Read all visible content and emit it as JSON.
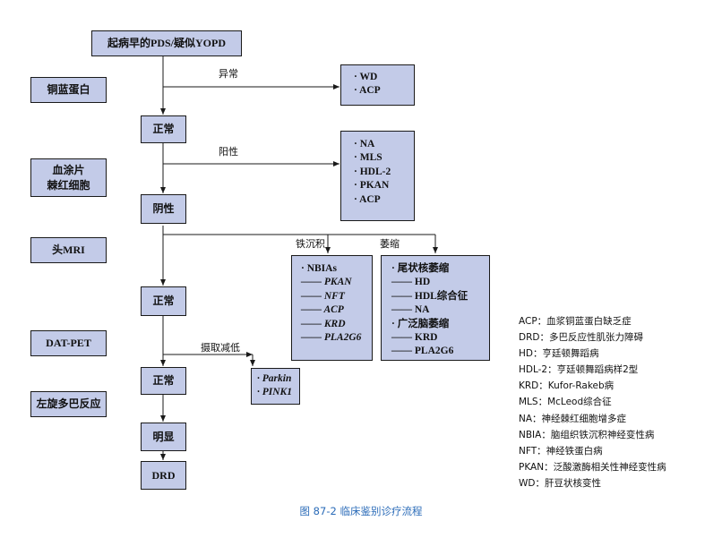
{
  "flow": {
    "start": "起病早的PDS/疑似YOPD",
    "steps": [
      "正常",
      "阴性",
      "正常",
      "正常",
      "明显",
      "DRD"
    ]
  },
  "tests": [
    "铜蓝蛋白",
    "血涂片\n棘红细胞",
    "头MRI",
    "DAT-PET",
    "左旋多巴反应"
  ],
  "branch_labels": {
    "abnormal": "异常",
    "positive": "阳性",
    "iron": "铁沉积",
    "atrophy": "萎缩",
    "uptake_reduced": "摄取减低"
  },
  "outcomes": {
    "copper": [
      "·  WD",
      "·  ACP"
    ],
    "smear": [
      "·  NA",
      "·  MLS",
      "·  HDL-2",
      "·  PKAN",
      "·  ACP"
    ],
    "iron": [
      {
        "text": "·  NBIAs",
        "italic": false
      },
      {
        "text": "—— PKAN",
        "italic": true
      },
      {
        "text": "—— NFT",
        "italic": true
      },
      {
        "text": "—— ACP",
        "italic": true
      },
      {
        "text": "—— KRD",
        "italic": true
      },
      {
        "text": "—— PLA2G6",
        "italic": true
      }
    ],
    "atrophy": [
      "·  尾状核萎缩",
      "—— HD",
      "—— HDL综合征",
      "—— NA",
      "·  广泛脑萎缩",
      "—— KRD",
      "—— PLA2G6"
    ],
    "dat": [
      "·  Parkin",
      "·  PINK1"
    ]
  },
  "legend": [
    "ACP：血浆铜蓝蛋白缺乏症",
    "DRD：多巴反应性肌张力障碍",
    "HD：亨廷顿舞蹈病",
    "HDL-2：亨廷顿舞蹈病样2型",
    "KRD：Kufor-Rakeb病",
    "MLS：McLeod综合征",
    "NA：神经棘红细胞增多症",
    "NBIA：脑组织铁沉积神经变性病",
    "NFT：神经铁蛋白病",
    "PKAN：泛酸激酶相关性神经变性病",
    "WD：肝豆状核变性"
  ],
  "caption": "图 87-2   临床鉴别诊疗流程",
  "colors": {
    "box_fill": "#c3cbe8",
    "caption": "#2a6bb8",
    "line": "#1a1a1a"
  }
}
